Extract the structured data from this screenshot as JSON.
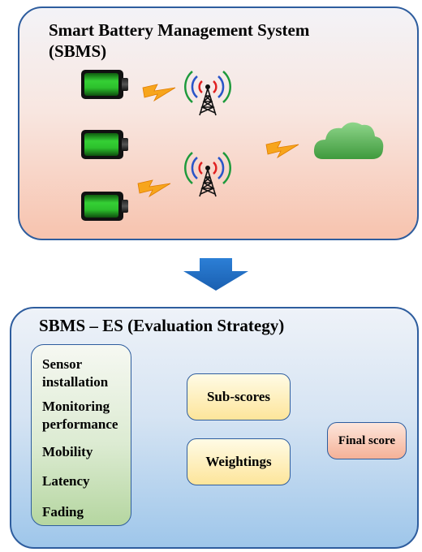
{
  "top_panel": {
    "title_line1": "Smart Battery Management System",
    "title_line2": "(SBMS)",
    "icons": [
      "battery-icon",
      "battery-icon",
      "battery-icon",
      "lightning-icon",
      "antenna-tower-icon",
      "antenna-tower-icon",
      "cloud-icon"
    ]
  },
  "bottom_panel": {
    "title": "SBMS – ES (Evaluation Strategy)",
    "criteria": {
      "sensor_1": "Sensor",
      "sensor_2": "installation",
      "monitoring_1": "Monitoring",
      "monitoring_2": "performance",
      "mobility": "Mobility",
      "latency": "Latency",
      "fading": "Fading"
    },
    "subscores": "Sub-scores",
    "weightings": "Weightings",
    "final_score": "Final score"
  },
  "colors": {
    "panel_border": "#2e5d9e",
    "battery_green": "#22b022",
    "lightning": "#f7a51c",
    "arrow_blue": "#1f6fc7",
    "arrow_orange": "#f0822a",
    "cloud_green": "#5fb45c"
  }
}
